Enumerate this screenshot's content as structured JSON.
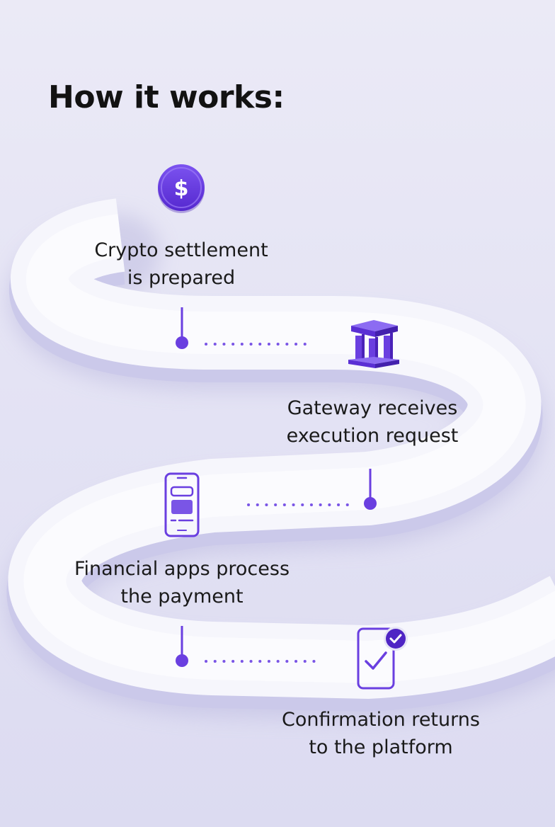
{
  "title": "How it works:",
  "steps": [
    {
      "icon": "dollar-coin-icon",
      "line1": "Crypto settlement",
      "line2": "is prepared"
    },
    {
      "icon": "gateway-pillars-icon",
      "line1": "Gateway receives",
      "line2": "execution request"
    },
    {
      "icon": "phone-app-icon",
      "line1": "Financial apps process",
      "line2": "the payment"
    },
    {
      "icon": "phone-check-icon",
      "line1": "Confirmation returns",
      "line2": "to the platform"
    }
  ],
  "colors": {
    "accent": "#6a3fe0",
    "accent_dark": "#4f24c4",
    "path_top": "#f7f7fd",
    "path_side": "#cfcdec",
    "text": "#121212"
  }
}
